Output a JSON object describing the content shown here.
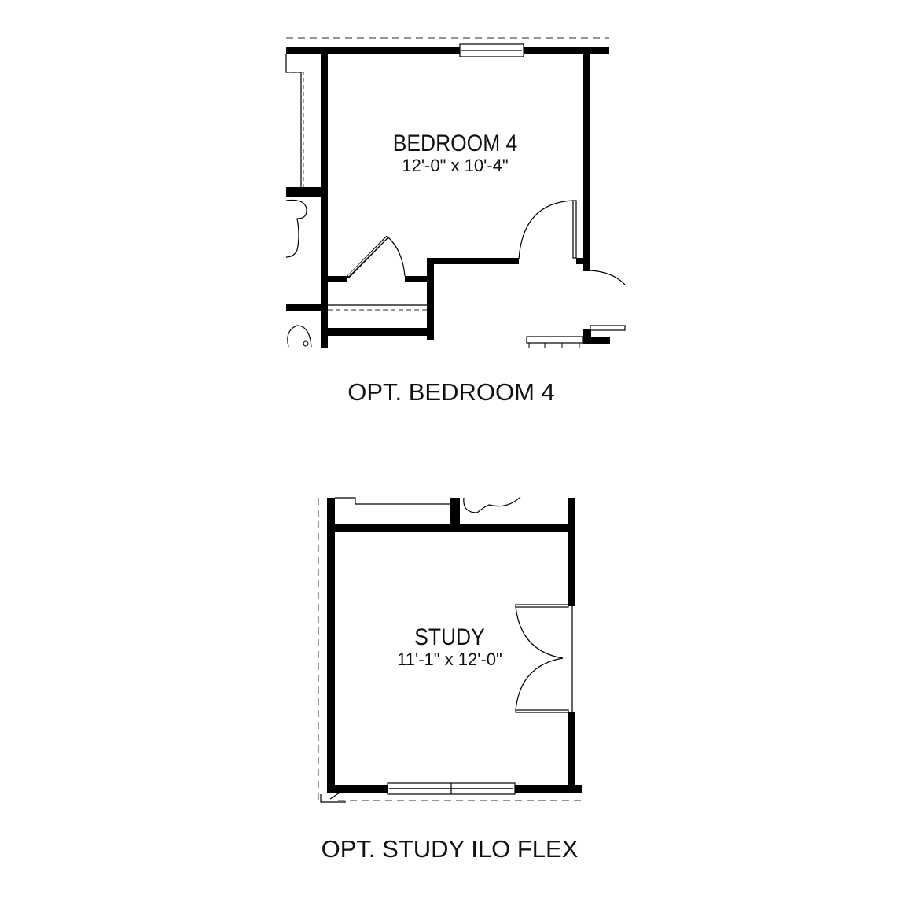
{
  "plans": [
    {
      "id": "bedroom4",
      "caption": "OPT. BEDROOM 4",
      "room": {
        "name": "BEDROOM 4",
        "dimensions": "12'-0\" x 10'-4\""
      }
    },
    {
      "id": "study",
      "caption": "OPT. STUDY ILO FLEX",
      "room": {
        "name": "STUDY",
        "dimensions": "11'-1\" x 12'-0\""
      }
    }
  ],
  "colors": {
    "wall": "#000000",
    "background": "#ffffff",
    "dashed_line": "#555555"
  }
}
